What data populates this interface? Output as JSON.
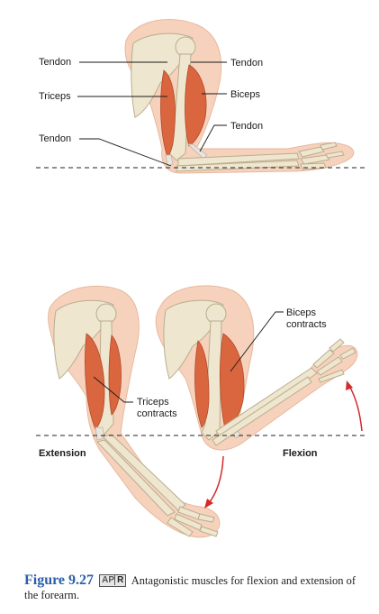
{
  "labels": {
    "top_left": [
      "Tendon",
      "Triceps",
      "Tendon"
    ],
    "top_right": [
      "Tendon",
      "Biceps",
      "Tendon"
    ],
    "triceps_contracts": [
      "Triceps",
      "contracts"
    ],
    "biceps_contracts": [
      "Biceps",
      "contracts"
    ],
    "extension": "Extension",
    "flexion": "Flexion"
  },
  "caption": {
    "figure_number": "Figure 9.27",
    "badge_a": "AP",
    "badge_r": "R",
    "text": "Antagonistic muscles for flexion and extension of the forearm."
  },
  "colors": {
    "skin": "#f6d2bd",
    "bone": "#efe6cf",
    "muscle": "#d9663f",
    "arrow": "#d42a2a",
    "figure_number": "#2a5fa8"
  }
}
